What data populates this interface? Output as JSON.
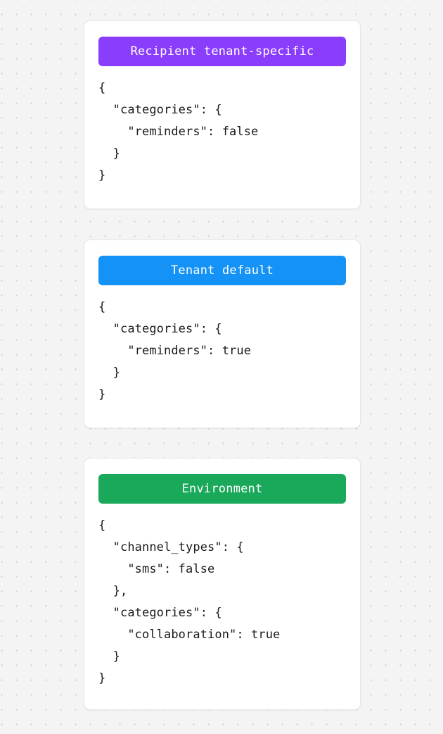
{
  "canvas": {
    "background_color": "#f4f4f4",
    "dot_color": "#cfcfcf"
  },
  "cards": [
    {
      "badge_label": "Recipient tenant-specific",
      "badge_color": "#8b3dfc",
      "code": "{\n  \"categories\": {\n    \"reminders\": false\n  }\n}"
    },
    {
      "badge_label": "Tenant default",
      "badge_color": "#1492f5",
      "code": "{\n  \"categories\": {\n    \"reminders\": true\n  }\n}"
    },
    {
      "badge_label": "Environment",
      "badge_color": "#1aa85a",
      "code": "{\n  \"channel_types\": {\n    \"sms\": false\n  },\n  \"categories\": {\n    \"collaboration\": true\n  }\n}"
    }
  ]
}
